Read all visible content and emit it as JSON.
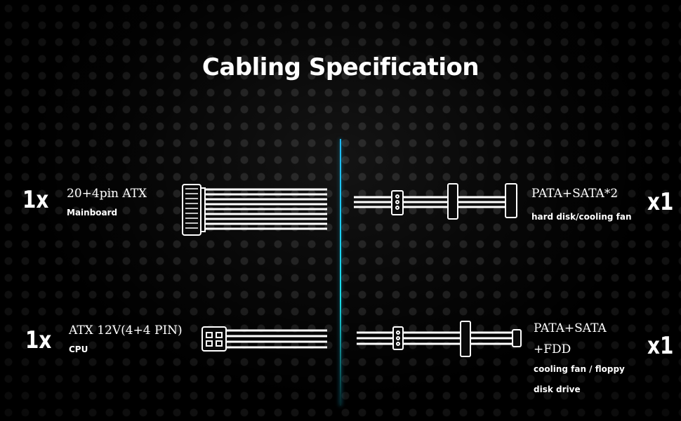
{
  "title": "Cabling Specification",
  "left": [
    {
      "qty": "1x",
      "name": "20+4pin ATX",
      "use": "Mainboard",
      "icon": "atx-connector-icon"
    },
    {
      "qty": "1x",
      "name": "ATX 12V(4+4 PIN)",
      "use": "CPU",
      "icon": "cpu-connector-icon"
    }
  ],
  "right": [
    {
      "qty": "x1",
      "name": "PATA+SATA*2",
      "use": "hard disk/cooling fan",
      "icon": "pata-sata-cable-icon"
    },
    {
      "qty": "x1",
      "name_line1": "PATA+SATA",
      "name_line2": "+FDD",
      "use_line1": "cooling fan / floppy",
      "use_line2": "disk drive",
      "icon": "pata-sata-fdd-cable-icon"
    }
  ],
  "colors": {
    "background": "#050505",
    "divider": "#1fb8ff",
    "text": "#ffffff"
  }
}
